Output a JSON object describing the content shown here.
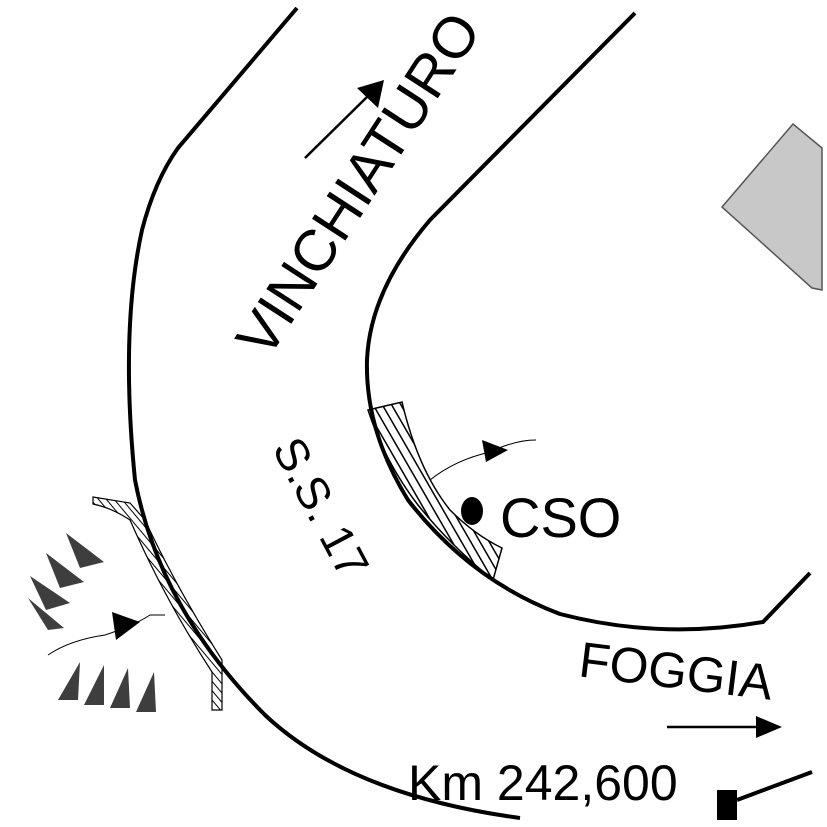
{
  "labels": {
    "direction_north": "VINCHIATURO",
    "direction_east": "FOGGIA",
    "road_name": "S.S. 17",
    "point_label": "CSO",
    "kilometre_marker": "Km 242,600"
  },
  "colors": {
    "line": "#000000",
    "building_fill": "#c8c8c8",
    "triangle_fill": "#4a4a4a",
    "background": "#ffffff"
  }
}
